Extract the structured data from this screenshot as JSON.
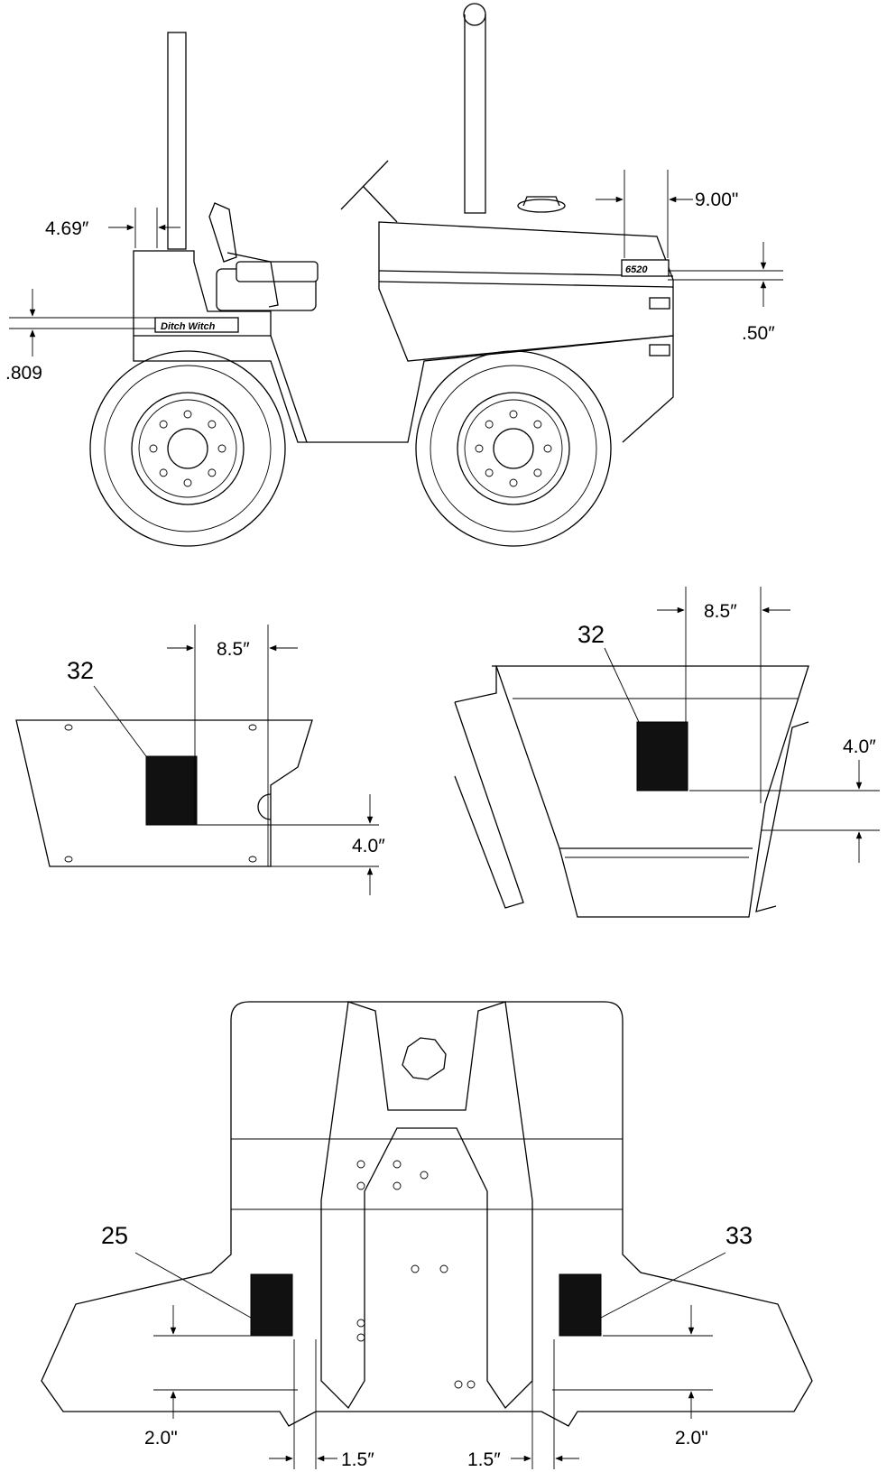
{
  "tractor": {
    "model_badge": "6520",
    "brand_badge": "Ditch Witch",
    "dimensions": {
      "left_offset": "4.69″",
      "left_height": ".809",
      "right_offset": "9.00\"",
      "right_height": ".50″"
    }
  },
  "left_panel": {
    "callout": "32",
    "width_dim": "8.5″",
    "height_dim": "4.0″"
  },
  "right_panel": {
    "callout": "32",
    "width_dim": "8.5″",
    "height_dim": "4.0″"
  },
  "bottom_plate": {
    "left_callout": "25",
    "right_callout": "33",
    "left_height_dim": "2.0\"",
    "right_height_dim": "2.0\"",
    "left_offset_dim": "1.5″",
    "right_offset_dim": "1.5″"
  },
  "colors": {
    "line": "#000000",
    "decal_fill": "#111111",
    "background": "#ffffff"
  }
}
